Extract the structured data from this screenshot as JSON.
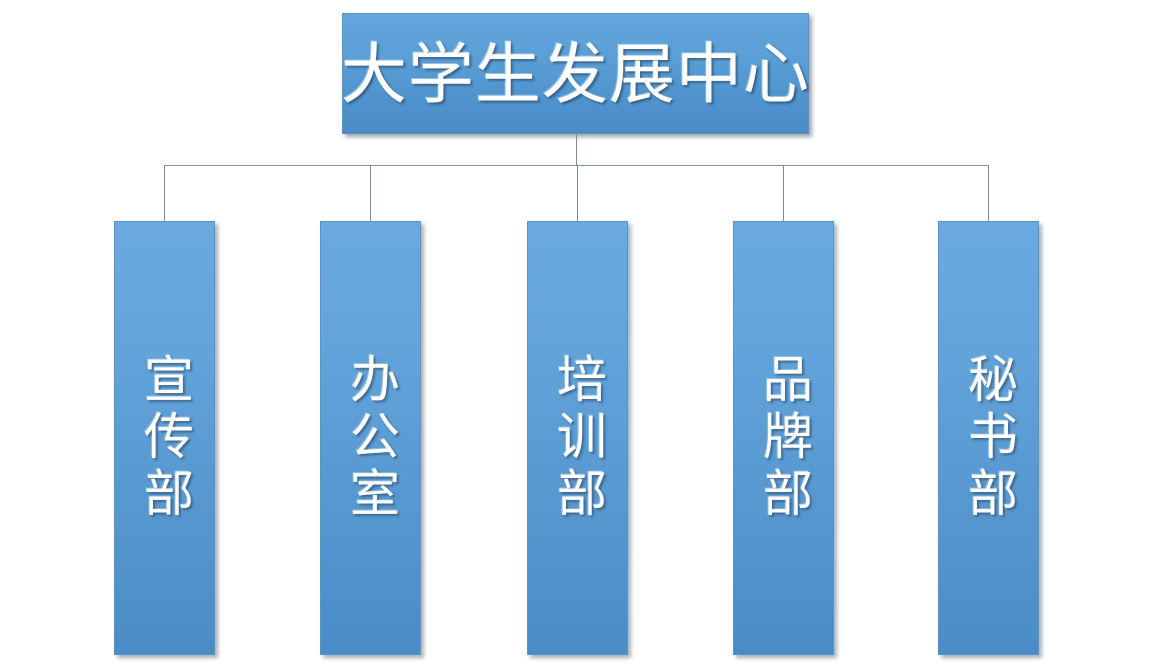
{
  "chart": {
    "type": "org-chart",
    "title": "大学生发展中心",
    "background_color": "#ffffff",
    "node_color": "#5b9fd7",
    "node_border_color": "#5b93c2",
    "text_color": "#ffffff",
    "connector_color": "#7a8b93",
    "root": {
      "label": "大学生发展中心",
      "level": 1
    },
    "children": [
      {
        "label": "宣传部",
        "level": 2,
        "index": 1
      },
      {
        "label": "办公室",
        "level": 2,
        "index": 2
      },
      {
        "label": "培训部",
        "level": 2,
        "index": 3
      },
      {
        "label": "品牌部",
        "level": 2,
        "index": 4
      },
      {
        "label": "秘书部",
        "level": 2,
        "index": 5
      }
    ]
  }
}
